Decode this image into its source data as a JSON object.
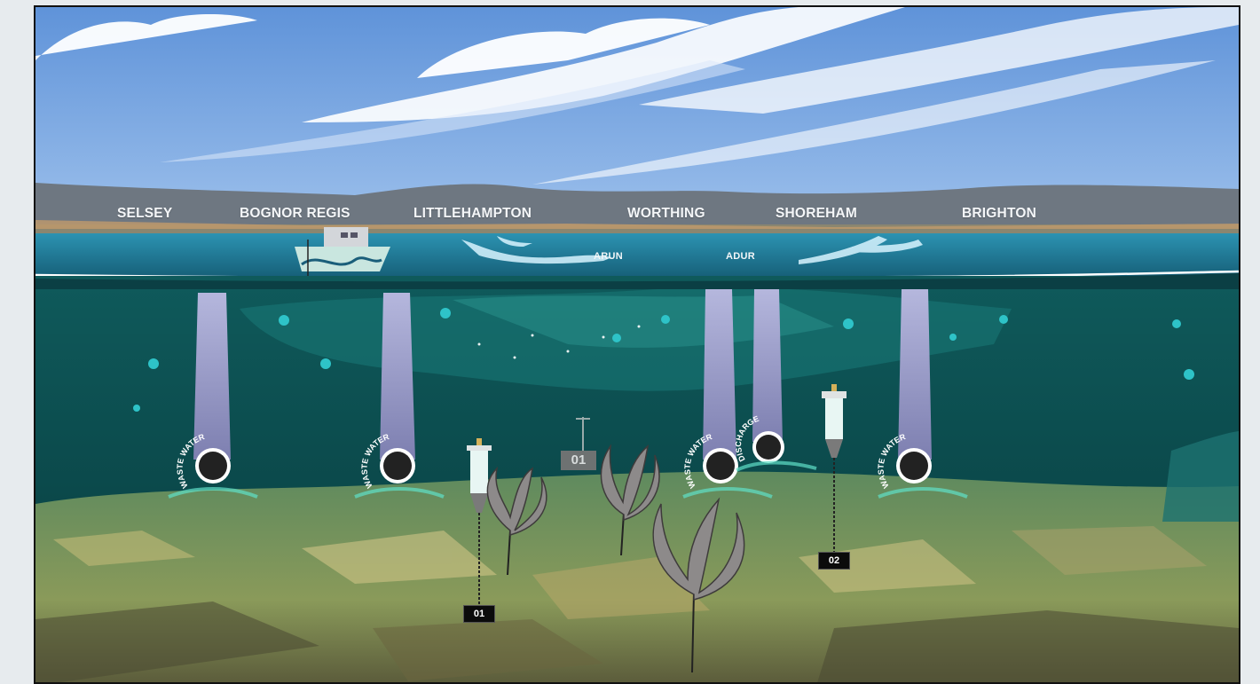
{
  "towns": [
    {
      "id": "selsey",
      "name": "SELSEY"
    },
    {
      "id": "bognor-regis",
      "name": "BOGNOR REGIS"
    },
    {
      "id": "littlehampton",
      "name": "LITTLEHAMPTON"
    },
    {
      "id": "worthing",
      "name": "WORTHING"
    },
    {
      "id": "shoreham",
      "name": "SHOREHAM"
    },
    {
      "id": "brighton",
      "name": "BRIGHTON"
    }
  ],
  "rivers": [
    {
      "id": "arun",
      "name": "ARUN"
    },
    {
      "id": "adur",
      "name": "ADUR"
    }
  ],
  "outfall_labels": {
    "waste_water": "WASTE WATER",
    "discharge": "DISCHARGE"
  },
  "markers": {
    "buoy": "01",
    "sensor_1": "01",
    "sensor_2": "02"
  },
  "colors": {
    "sky": "#7fb0e6",
    "sea_surface": "#1e7f9c",
    "underwater": "#0d5556",
    "seabed": "#6f8e58",
    "kelp": "#7d7a7a",
    "beam": "#a5a3ce"
  }
}
